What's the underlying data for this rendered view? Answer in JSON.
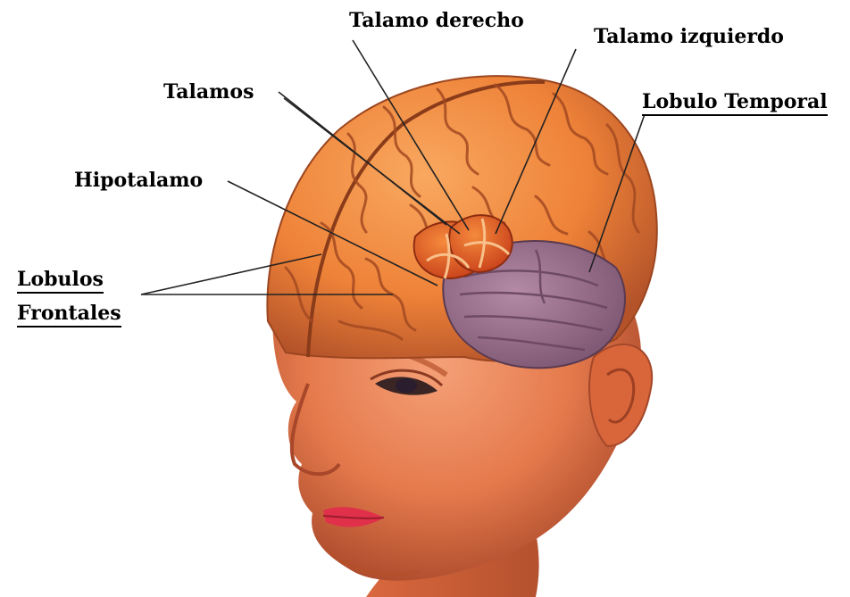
{
  "labels": {
    "talamo_derecho": "Talamo derecho",
    "talamo_izquierdo": "Talamo izquierdo",
    "talamos": "Talamos",
    "hipotalamo": "Hipotalamo",
    "lobulo_temporal": "Lobulo Temporal",
    "lobulos": "Lobulos",
    "frontales": "Frontales"
  },
  "colors": {
    "skin": "#e8794a",
    "brain": "#f0843c",
    "brain_dark": "#b8552a",
    "thalamus": "#e8561c",
    "temporal": "#9c6f8c",
    "lips": "#e0304a"
  }
}
